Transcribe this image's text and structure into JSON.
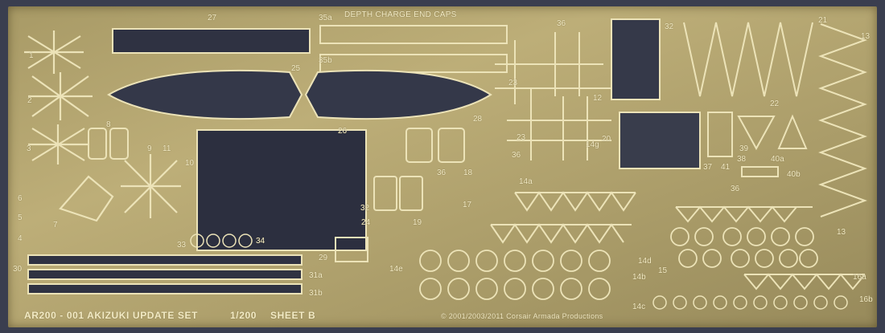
{
  "sheet": {
    "title": "DEPTH CHARGE END CAPS",
    "set_label": "AR200 - 001 AKIZUKI UPDATE SET",
    "scale": "1/200",
    "sheet": "SHEET B",
    "copyright": "© 2001/2003/2011 Corsair Armada Productions"
  },
  "part_numbers": {
    "n1": "1",
    "n2": "2",
    "n3": "3",
    "n4": "4",
    "n5": "5",
    "n6": "6",
    "n7": "7",
    "n8": "8",
    "n9": "9",
    "n10": "10",
    "n11": "11",
    "n12": "12",
    "n13a": "13",
    "n13b": "13",
    "n14a": "14a",
    "n14b": "14b",
    "n14c": "14c",
    "n14d": "14d",
    "n14e": "14e",
    "n14g": "14g",
    "n15": "15",
    "n16a": "16a",
    "n16b": "16b",
    "n17": "17",
    "n18": "18",
    "n19": "19",
    "n20": "20",
    "n21": "21",
    "n22": "22",
    "n23a": "23",
    "n23b": "23",
    "n24": "24",
    "n25": "25",
    "n26": "26",
    "n27": "27",
    "n28": "28",
    "n29": "29",
    "n30": "30",
    "n31a": "31a",
    "n31b": "31b",
    "n32a": "32",
    "n32b": "32",
    "n33": "33",
    "n34": "34",
    "n35a": "35a",
    "n35b": "35b",
    "n36a": "36",
    "n36b": "36",
    "n36c": "36",
    "n36d": "36",
    "n37": "37",
    "n38": "38",
    "n39": "39",
    "n40a": "40a",
    "n40b": "40b",
    "n41": "41"
  },
  "colors": {
    "brass": "#b3a56f",
    "etch": "#ece3b8",
    "hole": "#2a2d3c",
    "background": "#3a3e4f"
  }
}
